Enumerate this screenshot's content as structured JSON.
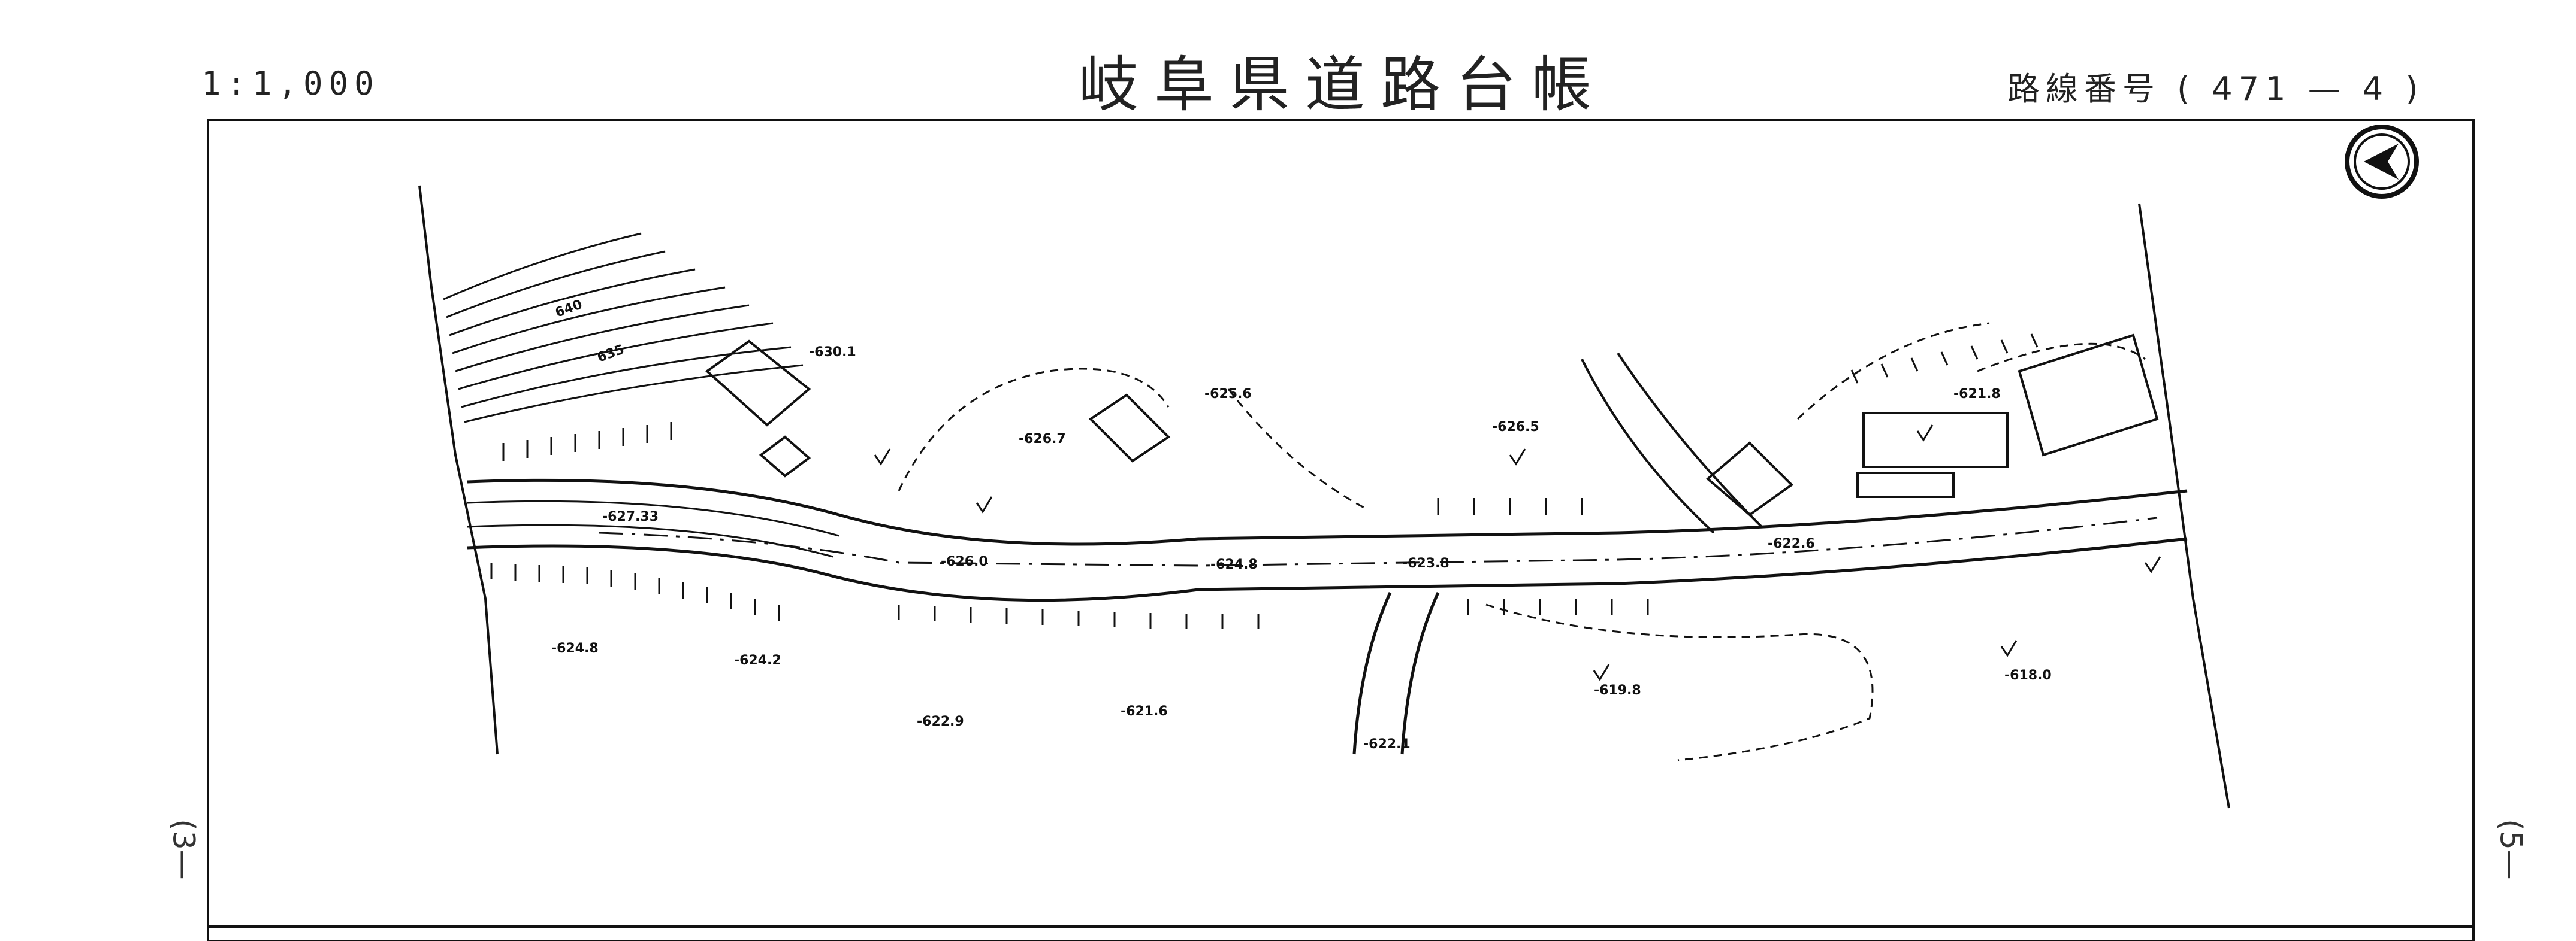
{
  "header": {
    "scale": "1:1,000",
    "title": "岐阜県道路台帳",
    "route_label": "路線番号",
    "route_number": "471",
    "route_dash": "—",
    "route_sheet": "4"
  },
  "sheet_neighbors": {
    "left": "3",
    "right": "5"
  },
  "elevations": {
    "e630_1": "-630.1",
    "e625_6": "-625.6",
    "e626_7": "-626.7",
    "e626_5": "-626.5",
    "e621_8": "-621.8",
    "e627_33": "-627.33",
    "e626_0": "-626.0",
    "e624_8a": "-624.8",
    "e623_8": "-623.8",
    "e622_6": "-622.6",
    "e624_8b": "-624.8",
    "e624_2": "-624.2",
    "e622_9": "-622.9",
    "e621_6": "-621.6",
    "e619_8": "-619.8",
    "e618_0": "-618.0",
    "e622_1": "-622.1"
  },
  "contours": {
    "c640": "640",
    "c635": "635"
  },
  "colors": {
    "ink": "#111111",
    "paper": "#ffffff"
  },
  "icons": {
    "north_arrow": "north-arrow-icon"
  }
}
